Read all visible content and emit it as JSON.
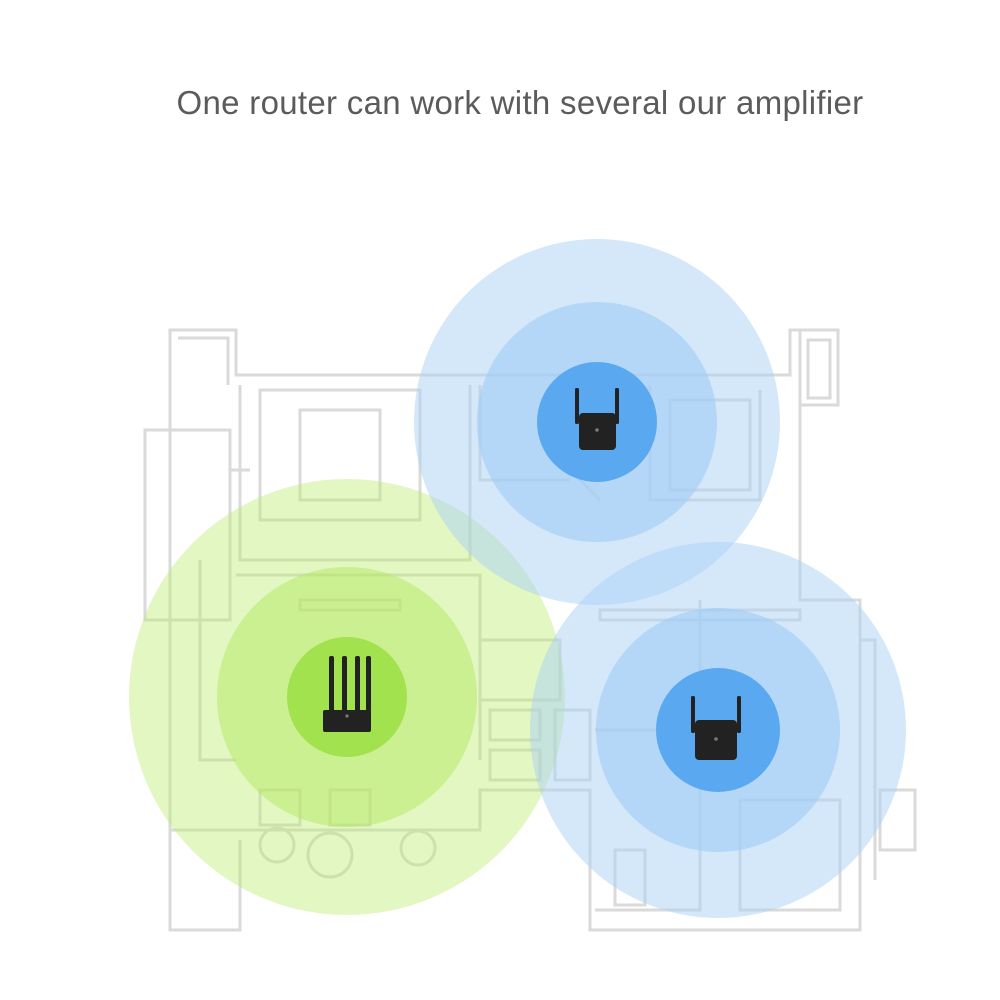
{
  "headline": "One router can work with several our amplifier",
  "colors": {
    "router_coverage": "#b7ec6e",
    "router_core": "#a6e556",
    "amplifier_coverage": "#a9d0f5",
    "amplifier_core": "#5aa8ef",
    "device": "#222222",
    "floorplan": "#d9d9d9",
    "text": "#5b5b5b"
  },
  "devices": [
    {
      "kind": "router",
      "icon": "router-icon"
    },
    {
      "kind": "amplifier",
      "icon": "amplifier-icon"
    },
    {
      "kind": "amplifier",
      "icon": "amplifier-icon"
    }
  ]
}
